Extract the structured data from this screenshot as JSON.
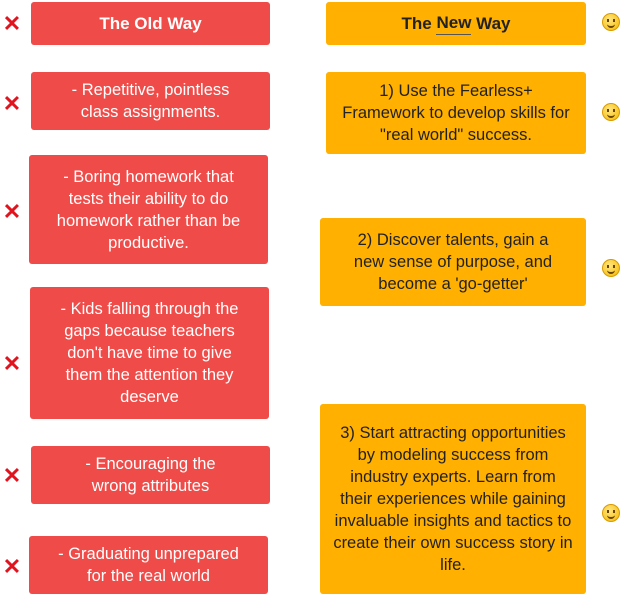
{
  "old_way": {
    "title": "The Old Way",
    "items": [
      "- Repetitive, pointless class assignments.",
      "- Boring homework that tests their ability to do homework rather than be productive.",
      "- Kids falling through the gaps because teachers don't have time to give them the attention they deserve",
      "- Encouraging the wrong attributes",
      "- Graduating unprepared for the real world"
    ]
  },
  "new_way": {
    "title_pre": "The ",
    "title_underlined": "New",
    "title_post": " Way",
    "items": [
      "1) Use the Fearless+ Framework to develop skills for \"real world\" success.",
      "2) Discover talents, gain a new sense of purpose, and become a 'go-getter'",
      "3) Start attracting opportunities by modeling success from industry experts. Learn from their experiences while gaining invaluable insights and tactics to create their own success story in life."
    ]
  },
  "icons": {
    "old": "cross-mark-icon",
    "new": "smiley-icon"
  },
  "colors": {
    "old": "#EF4B48",
    "new": "#FFB000"
  }
}
